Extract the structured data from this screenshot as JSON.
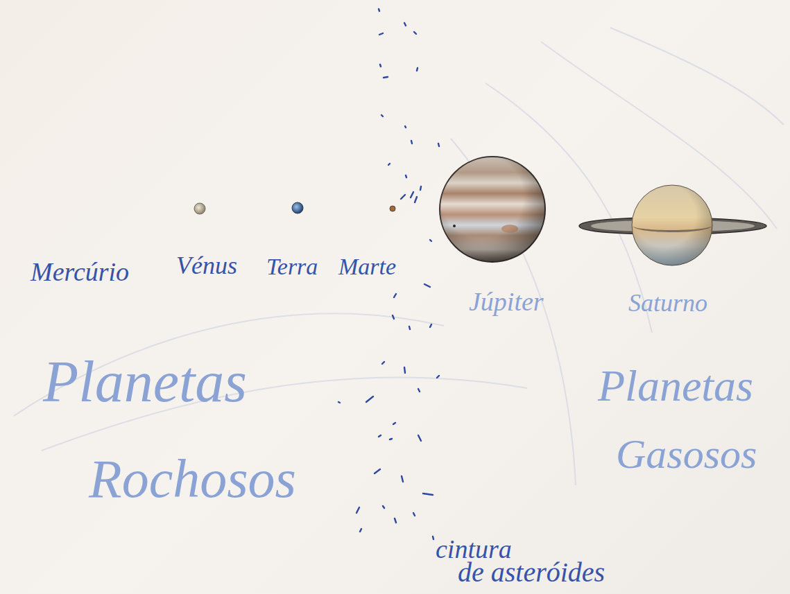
{
  "diagram": {
    "labels": [
      "Mercúrio",
      "Vénus",
      "Terra",
      "Marte",
      "Júpiter",
      "Saturno",
      "Planetas",
      "Rochosos",
      "Planetas",
      "Gasosos",
      "cintura",
      "de asteróides"
    ]
  }
}
